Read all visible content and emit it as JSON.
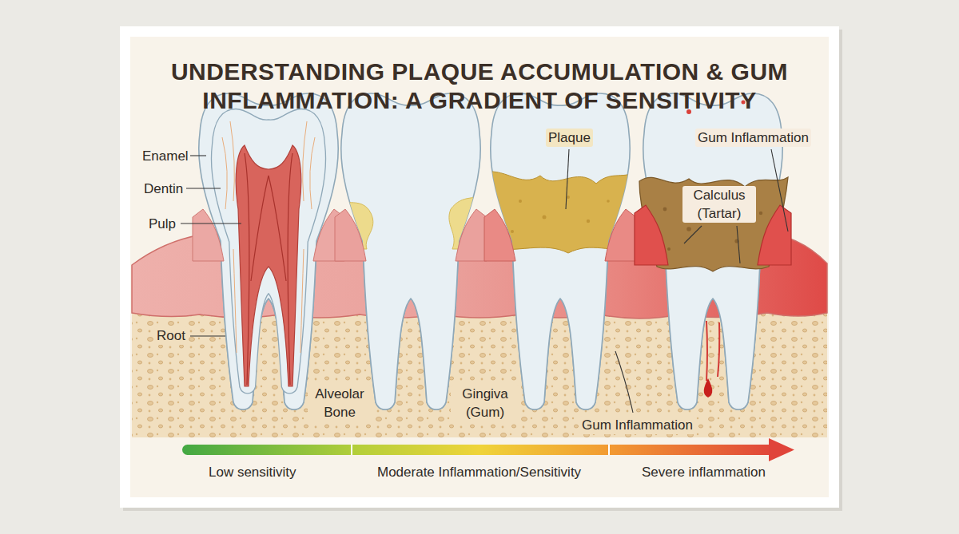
{
  "diagram": {
    "title": "UNDERSTANDING PLAQUE ACCUMULATION & GUM INFLAMMATION: A GRADIENT OF SENSITIVITY",
    "labels": [
      "Plaque",
      "Gum Inflammation",
      "Enamel",
      "Dentin",
      "Calculus (Tartar)",
      "Pulp",
      "Root",
      "Alveolar Bone",
      "Gingiva (Gum)",
      "Gum Inflammation",
      "Low sensitivity",
      "Moderate Inflammation/Sensitivity",
      "Severe inflammation"
    ]
  }
}
